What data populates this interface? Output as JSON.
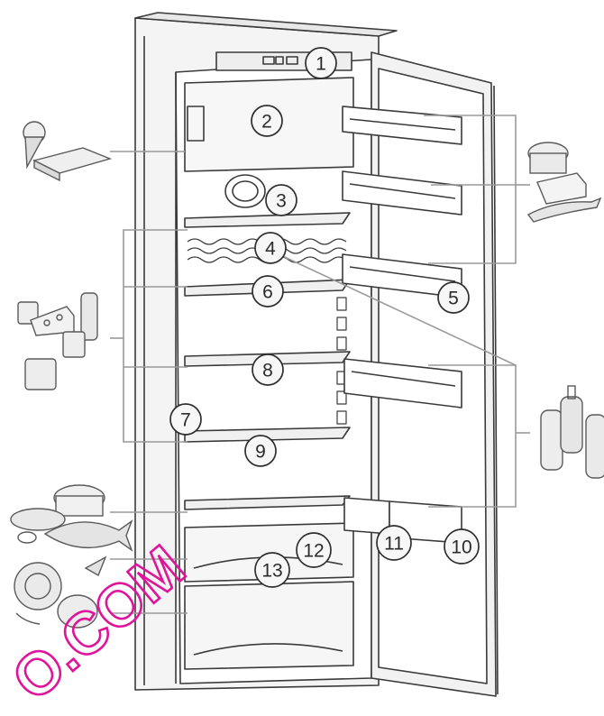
{
  "callouts": [
    {
      "label": "1"
    },
    {
      "label": "2"
    },
    {
      "label": "3"
    },
    {
      "label": "4"
    },
    {
      "label": "5"
    },
    {
      "label": "6"
    },
    {
      "label": "7"
    },
    {
      "label": "8"
    },
    {
      "label": "9"
    },
    {
      "label": "10"
    },
    {
      "label": "11"
    },
    {
      "label": "12"
    },
    {
      "label": "13"
    }
  ],
  "watermark": {
    "text": "O.COM",
    "color": "#e0149a"
  },
  "icons": [
    "ice-cream-cone-icon",
    "frozen-pizza-box-icon",
    "cheese-and-jars-icon",
    "butter-and-tube-icon",
    "bottles-icon",
    "fish-and-pot-icon",
    "vegetables-icon"
  ]
}
